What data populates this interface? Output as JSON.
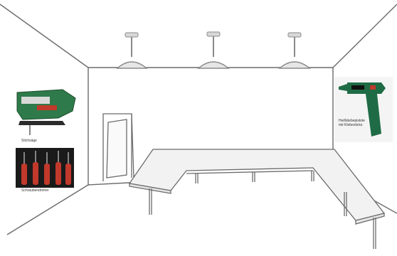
{
  "scene": {
    "description_words": [],
    "pendant_lamp_count": 3
  },
  "product_cards": {
    "jigsaw": {
      "caption": "Stichsäge",
      "icon": "jigsaw-icon",
      "body_color": "#2f7a4a",
      "accent_color": "#c0392b"
    },
    "screwdrivers": {
      "caption": "Schraubendreher",
      "icon": "screwdriver-set-icon",
      "handle_color": "#c0392b"
    },
    "glue_gun": {
      "caption": "Heißklebepistole\nmit Klebesticks",
      "icon": "glue-gun-icon",
      "body_color": "#1f6b45"
    }
  },
  "colors": {
    "line": "#6b6b6b",
    "lamp": "#8a8a8a",
    "table_top": "#f2f2f2"
  }
}
